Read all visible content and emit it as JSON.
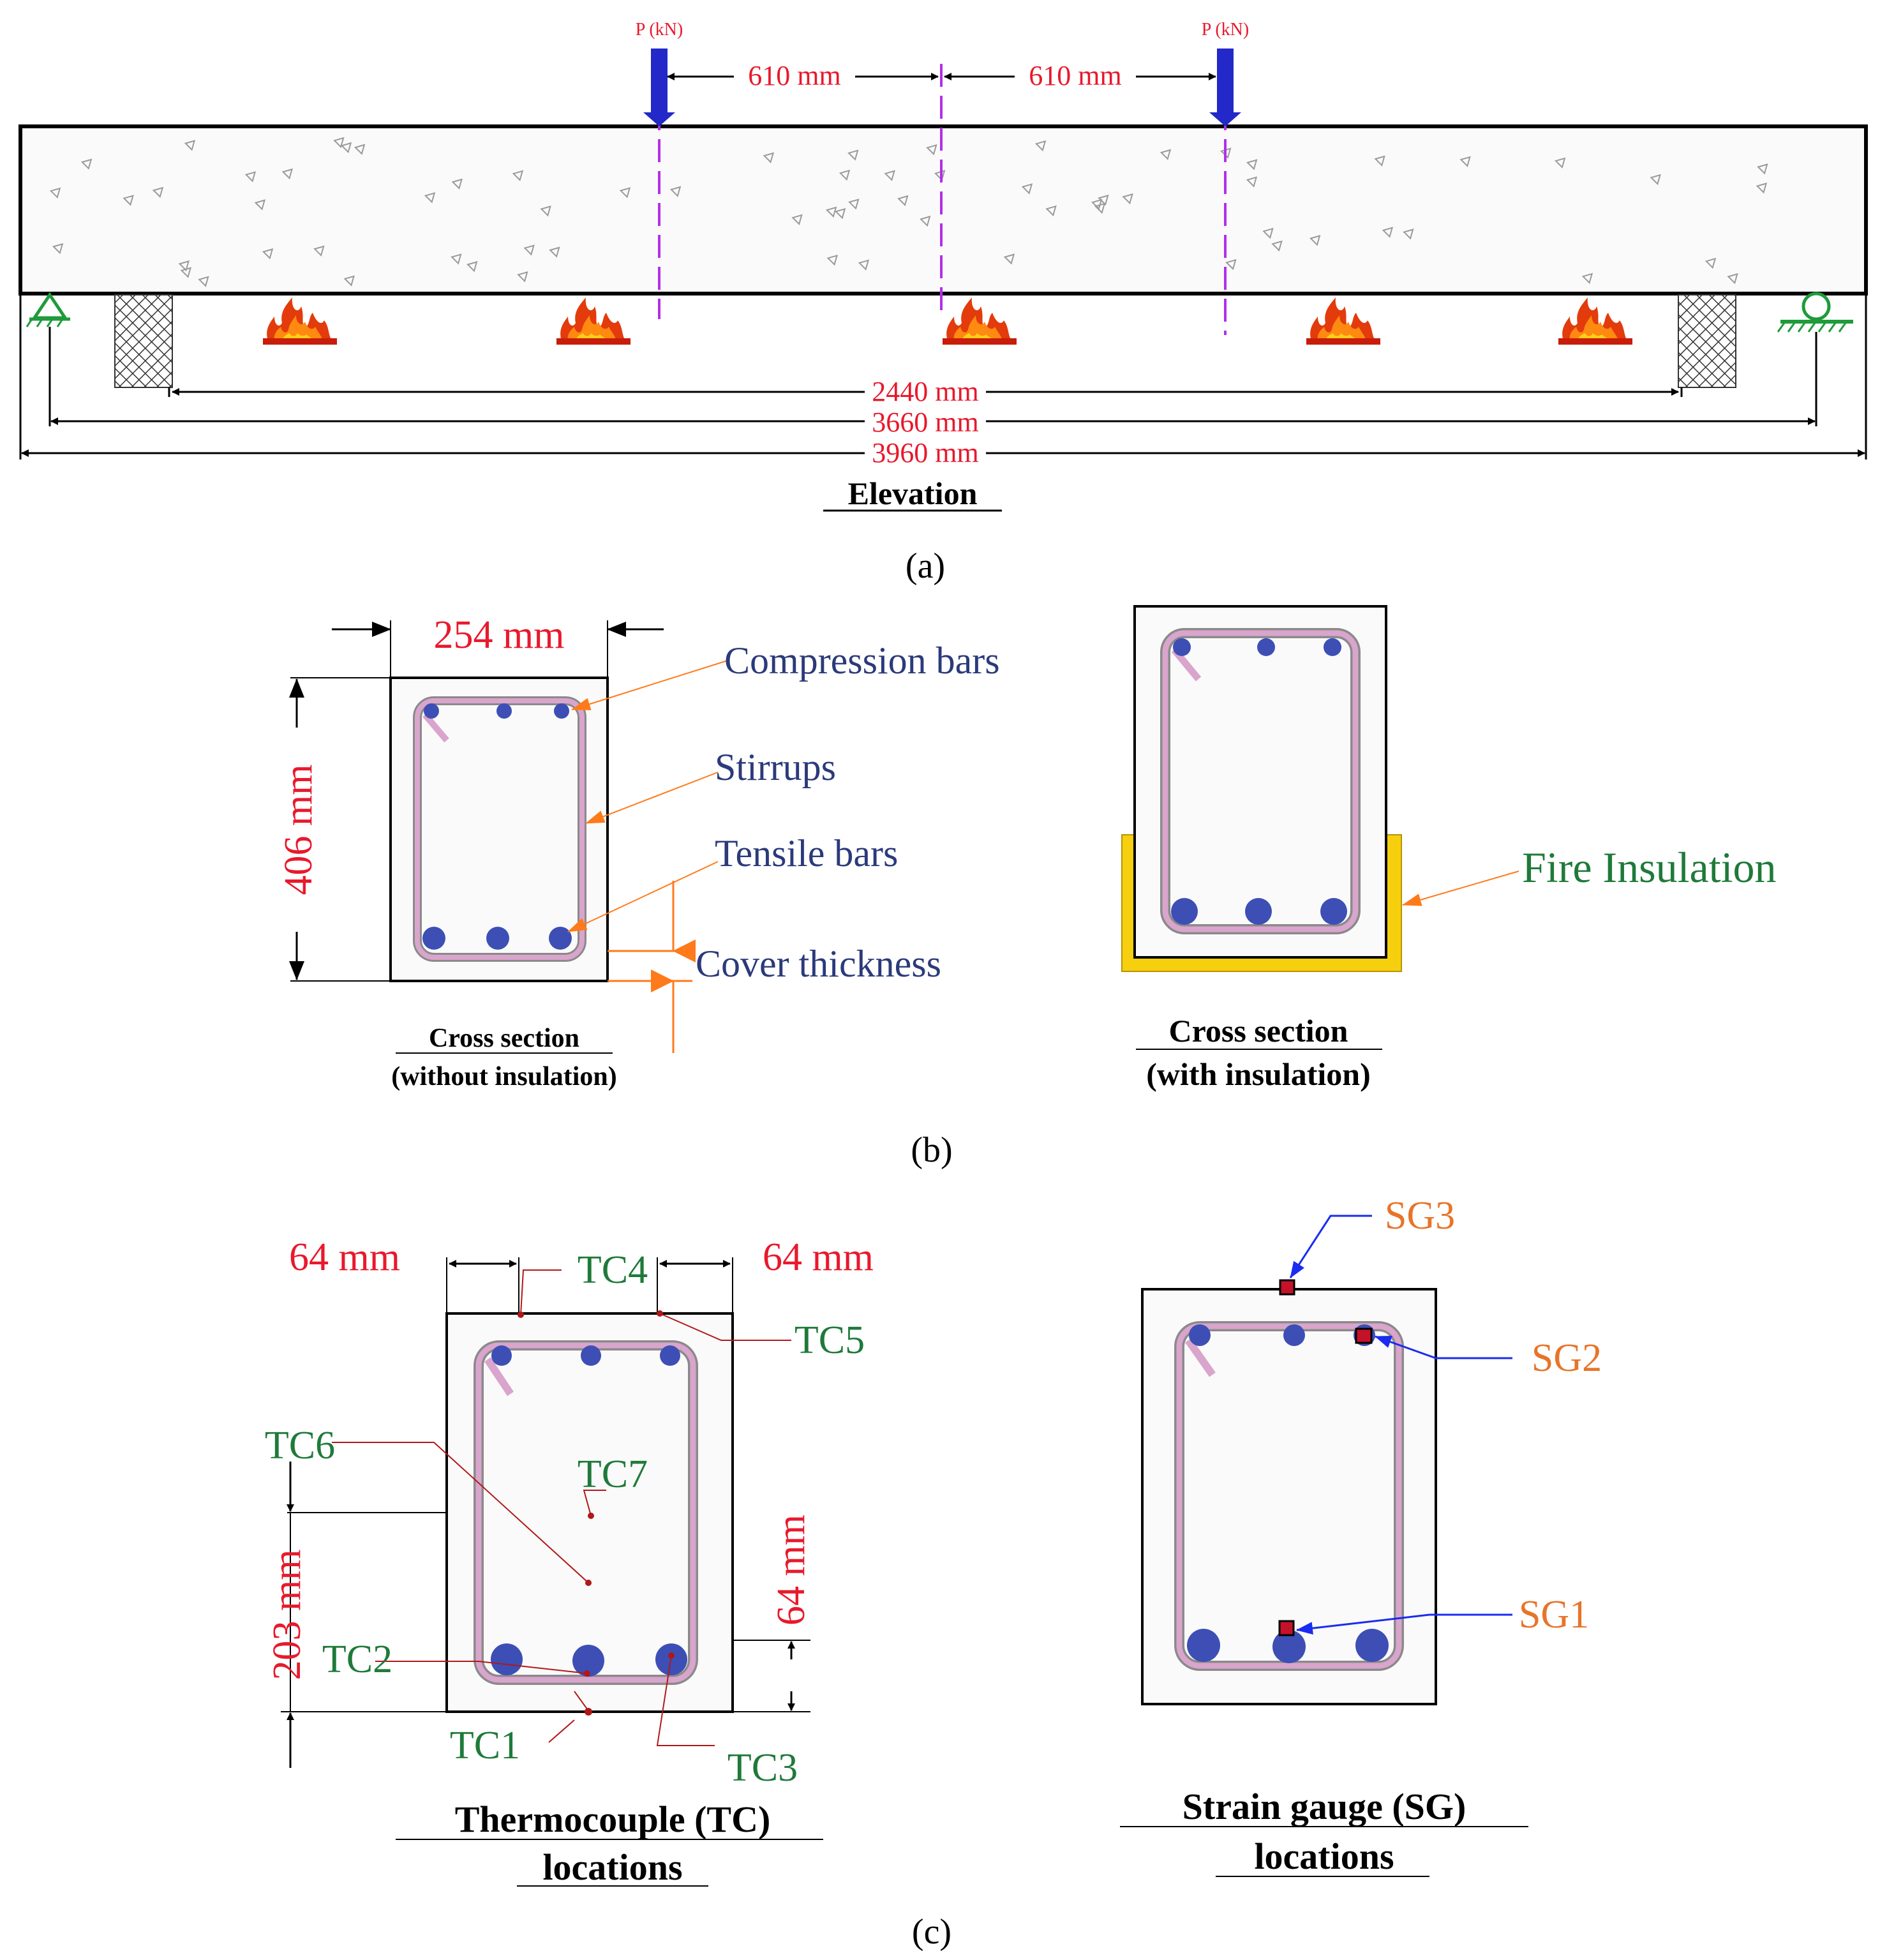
{
  "colors": {
    "dimension_text": "#e8192c",
    "label_blue": "#2b3a7a",
    "label_green": "#1f7a3a",
    "label_orange": "#e8742a",
    "stirrup_pink": "#d9a5cc",
    "stirrup_gray": "#8a8a8a",
    "bar_blue": "#3d4fb5",
    "insulation_yellow": "#f6cf0f",
    "centerline_purple": "#b030e8",
    "load_arrow_blue": "#2328c8",
    "thermocouple_red": "#b01818",
    "leader_orange": "#ff7a1a",
    "leader_blue": "#1a2cf0"
  },
  "panel_a": {
    "load_labels": [
      "P (kN)",
      "P (kN)"
    ],
    "load_spacing_left": "610 mm",
    "load_spacing_right": "610 mm",
    "dim_fire_length": "2440 mm",
    "dim_support_span": "3660 mm",
    "dim_total_length": "3960 mm",
    "view_title": "Elevation",
    "caption": "(a)"
  },
  "panel_b": {
    "width_dim": "254 mm",
    "height_dim": "406 mm",
    "labels": {
      "compression_bars": "Compression bars",
      "stirrups": "Stirrups",
      "tensile_bars": "Tensile bars",
      "cover_thickness": "Cover thickness",
      "fire_insulation": "Fire Insulation"
    },
    "section_left_title_1": "Cross section",
    "section_left_title_2": "(without insulation)",
    "section_right_title_1": "Cross section",
    "section_right_title_2": "(with insulation)",
    "caption": "(b)"
  },
  "panel_c": {
    "tc_dim_left": "64 mm",
    "tc_dim_right": "64 mm",
    "tc_dim_height": "203 mm",
    "tc_dim_side": "64 mm",
    "thermocouples": [
      "TC1",
      "TC2",
      "TC3",
      "TC4",
      "TC5",
      "TC6",
      "TC7"
    ],
    "strain_gauges": [
      "SG1",
      "SG2",
      "SG3"
    ],
    "tc_title_1": "Thermocouple (TC)",
    "tc_title_2": "locations",
    "sg_title_1": "Strain gauge (SG)",
    "sg_title_2": "locations",
    "caption": "(c)"
  }
}
